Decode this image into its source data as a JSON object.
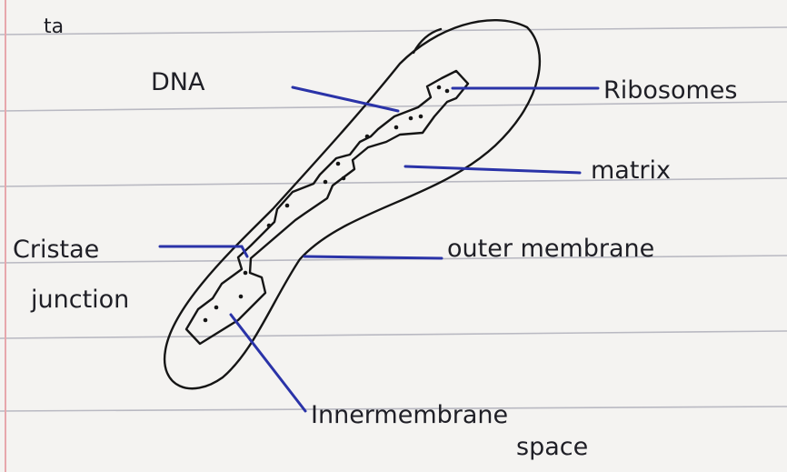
{
  "page": {
    "corner_note": "ta",
    "paper_color": "#f4f3f1",
    "ink_color": "#1f1f26",
    "pointer_color": "#2a33a8",
    "rule_color": "#b9b9c2",
    "margin_color": "#e7a7ac"
  },
  "labels": {
    "dna": "DNA",
    "ribosomes": "Ribosomes",
    "matrix": "matrix",
    "cristae_line1": "Cristae",
    "cristae_line2": "junction",
    "outer_membrane": "outer membrane",
    "intermembrane_line1": "Innermembrane",
    "intermembrane_line2": "space"
  }
}
